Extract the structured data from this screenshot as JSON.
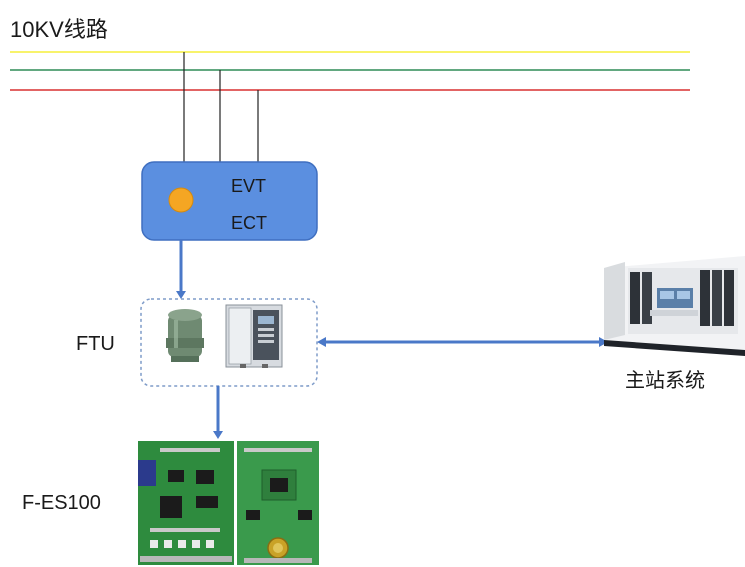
{
  "diagram": {
    "line_label": "10KV线路",
    "sensor_box": {
      "evt_label": "EVT",
      "ect_label": "ECT"
    },
    "ftu_label": "FTU",
    "master_station_label": "主站系统",
    "board_label": "F-ES100"
  },
  "colors": {
    "phase_a": "#f5ef3a",
    "phase_b": "#2e8b57",
    "phase_c": "#d93030",
    "sensor_box_fill": "#5b8fe0",
    "indicator": "#f5a623",
    "connector": "#4a78c8",
    "dashed_border": "#7f9cc9",
    "board_green": "#2e8b3e"
  }
}
